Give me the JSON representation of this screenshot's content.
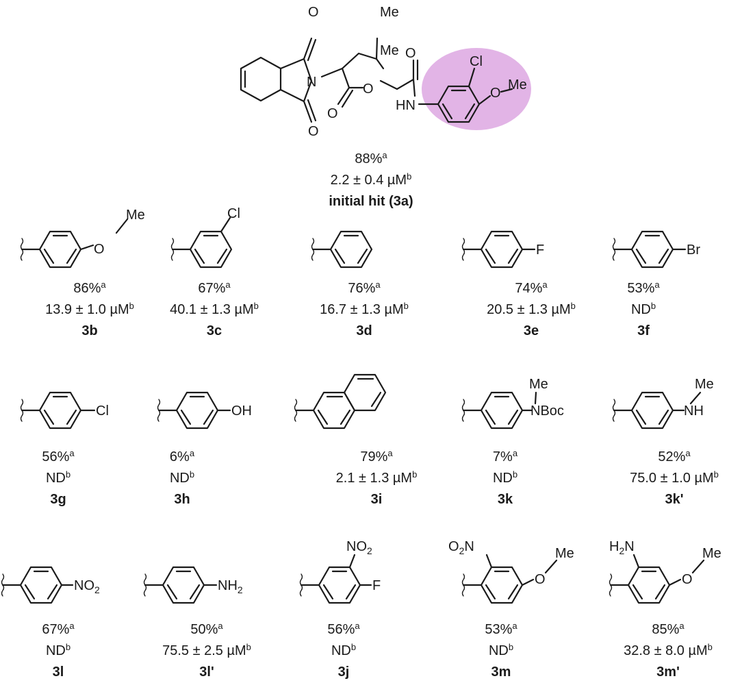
{
  "initial_hit": {
    "atoms": {
      "me1": "Me",
      "me2": "Me",
      "cl": "Cl",
      "ome": "Me",
      "hn": "HN",
      "n": "N",
      "o1": "O",
      "o2": "O",
      "o3": "O",
      "o4": "O",
      "o5": "O",
      "o6": "O"
    },
    "yield": "88%",
    "yield_note": "a",
    "ic50": "2.2 ± 0.4 µM",
    "ic50_note": "b",
    "label": "initial hit (3a)",
    "highlight_color": "#e2b4e6"
  },
  "compounds": [
    {
      "code": "3b",
      "yield": "86%",
      "ic50": "13.9 ± 1.0 µM",
      "atoms": {
        "o": "O",
        "me": "Me"
      }
    },
    {
      "code": "3c",
      "yield": "67%",
      "ic50": "40.1 ± 1.3 µM",
      "atoms": {
        "cl": "Cl"
      }
    },
    {
      "code": "3d",
      "yield": "76%",
      "ic50": "16.7 ± 1.3 µM",
      "atoms": {}
    },
    {
      "code": "3e",
      "yield": "74%",
      "ic50": "20.5 ± 1.3 µM",
      "atoms": {
        "sub": "F"
      }
    },
    {
      "code": "3f",
      "yield": "53%",
      "ic50": "ND",
      "atoms": {
        "sub": "Br"
      }
    },
    {
      "code": "3g",
      "yield": "56%",
      "ic50": "ND",
      "atoms": {
        "sub": "Cl"
      }
    },
    {
      "code": "3h",
      "yield": "6%",
      "ic50": "ND",
      "atoms": {
        "sub": "OH"
      }
    },
    {
      "code": "3i",
      "yield": "79%",
      "ic50": "2.1 ± 1.3 µM",
      "atoms": {}
    },
    {
      "code": "3k",
      "yield": "7%",
      "ic50": "ND",
      "atoms": {
        "me": "Me",
        "n": "NBoc"
      }
    },
    {
      "code": "3k'",
      "yield": "52%",
      "ic50": "75.0 ± 1.0 µM",
      "atoms": {
        "me": "Me",
        "nh": "NH"
      }
    },
    {
      "code": "3l",
      "yield": "67%",
      "ic50": "ND",
      "atoms": {
        "sub": "NO",
        "sub_sub": "2"
      }
    },
    {
      "code": "3l'",
      "yield": "50%",
      "ic50": "75.5 ± 2.5 µM",
      "atoms": {
        "sub": "NH",
        "sub_sub": "2"
      }
    },
    {
      "code": "3j",
      "yield": "56%",
      "ic50": "ND",
      "atoms": {
        "no2": "NO",
        "no2_sub": "2",
        "f": "F"
      }
    },
    {
      "code": "3m",
      "yield": "53%",
      "ic50": "ND",
      "atoms": {
        "o2n_a": "O",
        "o2n_sub": "2",
        "o2n_b": "N",
        "o": "O",
        "me": "Me"
      }
    },
    {
      "code": "3m'",
      "yield": "85%",
      "ic50": "32.8 ± 8.0 µM",
      "atoms": {
        "h2n_a": "H",
        "h2n_sub": "2",
        "h2n_b": "N",
        "o": "O",
        "me": "Me"
      }
    }
  ],
  "footnotes": {
    "yield_note": "a",
    "ic50_note": "b"
  }
}
